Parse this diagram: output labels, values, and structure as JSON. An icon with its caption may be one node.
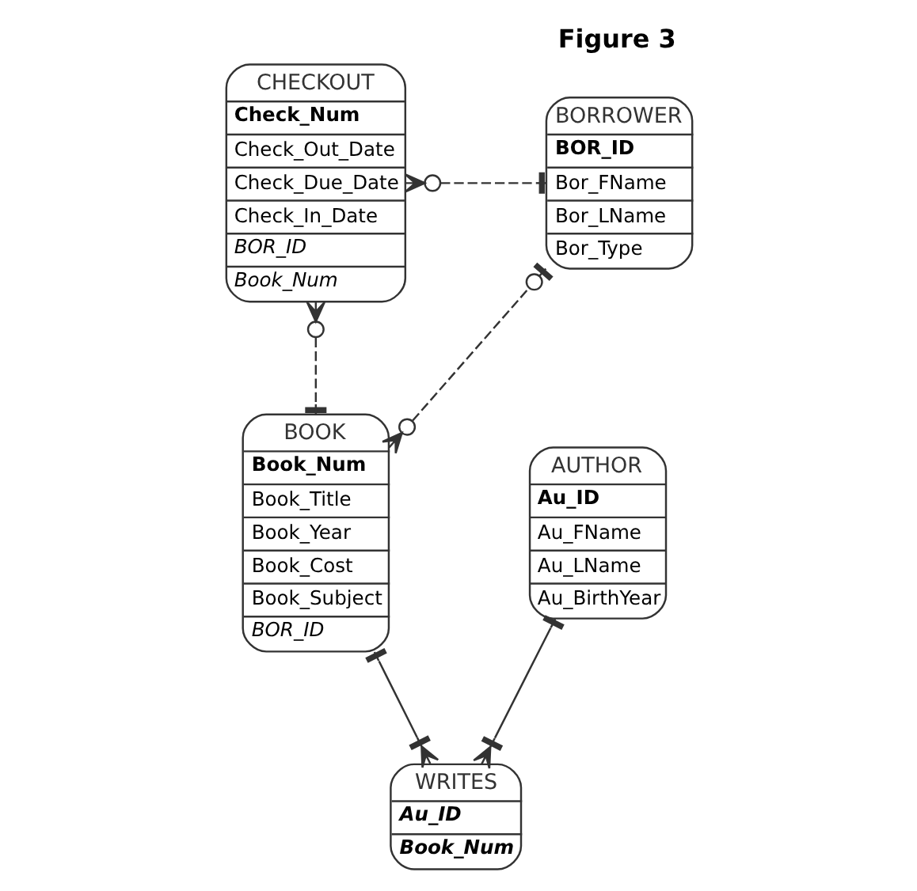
{
  "diagram": {
    "title": "Figure 3",
    "nodes": [
      {
        "text": [
          "CHECKOUT",
          "Check_Num",
          "Check_Out_Date",
          "Check_Due_Date",
          "Check_In_Date",
          "BOR_ID",
          "Book_Num"
        ]
      },
      {
        "text": [
          "BORROWER",
          "BOR_ID",
          "Bor_FName",
          "Bor_LName",
          "Bor_Type"
        ]
      },
      {
        "text": [
          "BOOK",
          "Book_Num",
          "Book_Title",
          "Book_Year",
          "Book_Cost",
          "Book_Subject",
          "BOR_ID"
        ]
      },
      {
        "text": [
          "AUTHOR",
          "Au_ID",
          "Au_FName",
          "Au_LName",
          "Au_BirthYear"
        ]
      },
      {
        "text": [
          "WRITES",
          "Au_ID",
          "Book_Num"
        ]
      }
    ],
    "edges": [
      {
        "from": 0,
        "to": 1,
        "arrow": "other",
        "style": "dashed"
      },
      {
        "from": 0,
        "to": 2,
        "arrow": "other",
        "style": "dashed"
      },
      {
        "from": 2,
        "to": 1,
        "arrow": "other",
        "style": "dashed"
      },
      {
        "from": 2,
        "to": 4,
        "arrow": "other"
      },
      {
        "from": 3,
        "to": 4,
        "arrow": "other"
      }
    ]
  }
}
